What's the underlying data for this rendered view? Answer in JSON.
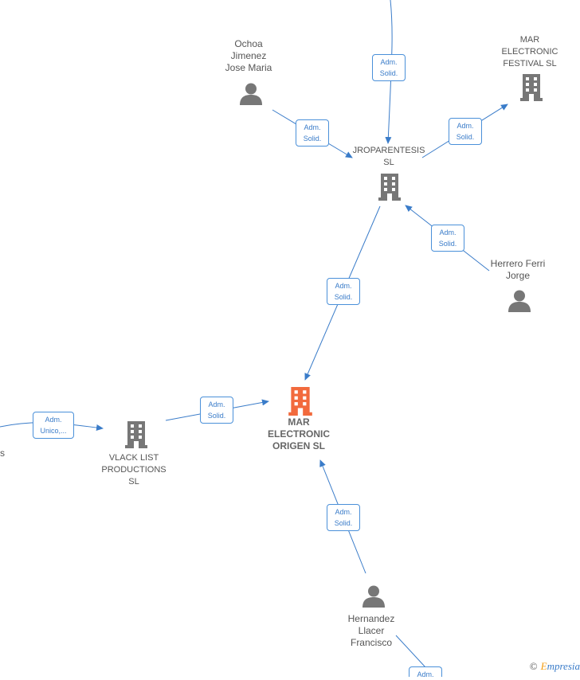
{
  "nodes": {
    "ochoa": "Ochoa\nJimenez\nJose Maria",
    "mar_festival": "MAR\nELECTRONIC\nFESTIVAL  SL",
    "jroparentesis": "JROPARENTESIS\nSL",
    "herrero": "Herrero Ferri\nJorge",
    "mar_origen": "MAR\nELECTRONIC\nORIGEN  SL",
    "vlack": "VLACK LIST\nPRODUCTIONS\nSL",
    "hernandez": "Hernandez\nLlacer\nFrancisco",
    "left_cut": "s"
  },
  "edges": {
    "top_to_jro": "Adm.\nSolid.",
    "ochoa_to_jro": "Adm.\nSolid.",
    "jro_to_festival": "Adm.\nSolid.",
    "herrero_to_jro": "Adm.\nSolid.",
    "jro_to_origen": "Adm.\nSolid.",
    "vlack_to_origen": "Adm.\nSolid.",
    "left_to_vlack": "Adm.\nUnico,...",
    "hernandez_to_origen": "Adm.\nSolid.",
    "hernandez_bottom": "Adm."
  },
  "brand": {
    "copyright": "©",
    "initial": "E",
    "rest": "mpresia"
  },
  "colors": {
    "edge": "#3a7cc9",
    "node": "#777777",
    "focus": "#f26a3d"
  }
}
